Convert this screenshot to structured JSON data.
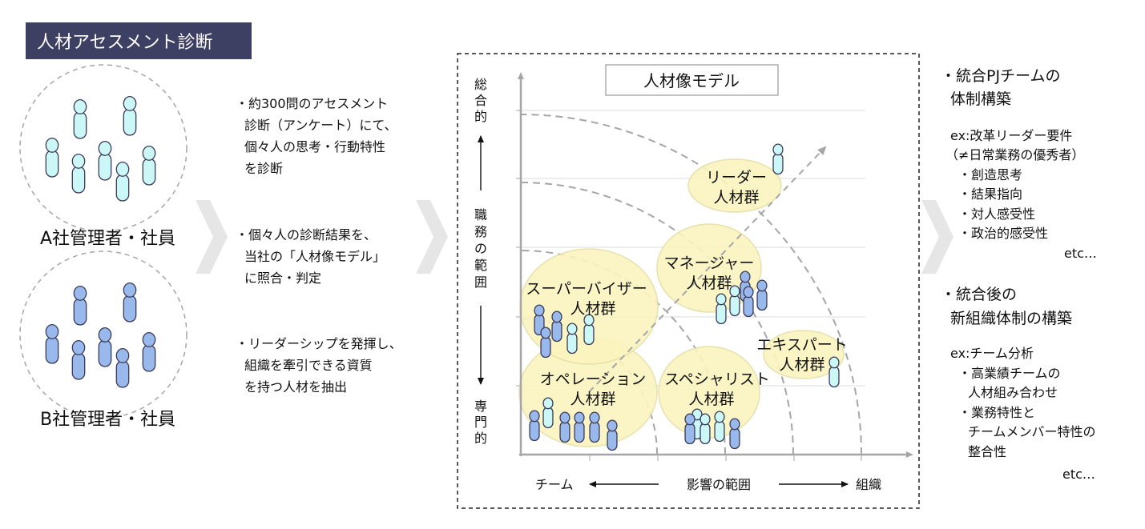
{
  "title": "人材アセスメント診断",
  "groups": {
    "a_caption": "A社管理者・社員",
    "b_caption": "B社管理者・社員"
  },
  "bullets": [
    {
      "lines": [
        "・約300問のアセスメント",
        "診断（アンケート）にて、",
        "個々人の思考・行動特性",
        "を診断"
      ]
    },
    {
      "lines": [
        "・個々人の診断結果を、",
        "当社の「人材像モデル」",
        "に照合・判定"
      ]
    },
    {
      "lines": [
        "・リーダーシップを発揮し、",
        "組織を牽引できる資質",
        "を持つ人材を抽出"
      ]
    }
  ],
  "model": {
    "title": "人材像モデル",
    "y_axis": {
      "top": [
        "総",
        "合",
        "的"
      ],
      "middle": [
        "職",
        "務",
        "の",
        "範",
        "囲"
      ],
      "bottom": [
        "専",
        "門",
        "的"
      ]
    },
    "x_axis": {
      "left": "チーム",
      "middle": "影響の範囲",
      "right": "組織"
    },
    "clusters": [
      {
        "line1": "オペレーション",
        "line2": "人材群"
      },
      {
        "line1": "スーパーバイザー",
        "line2": "人材群"
      },
      {
        "line1": "スペシャリスト",
        "line2": "人材群"
      },
      {
        "line1": "マネージャー",
        "line2": "人材群"
      },
      {
        "line1": "エキスパート",
        "line2": "人材群"
      },
      {
        "line1": "リーダー",
        "line2": "人材群"
      }
    ]
  },
  "right_panel": {
    "section1": {
      "heading": [
        "・統合PJチームの",
        "体制構築"
      ],
      "intro": [
        "ex:改革リーダー要件",
        "（≠日常業務の優秀者）"
      ],
      "items": [
        "・創造思考",
        "・結果指向",
        "・対人感受性",
        "・政治的感受性"
      ],
      "etc": "etc…"
    },
    "section2": {
      "heading": [
        "・統合後の",
        "新組織体制の構築"
      ],
      "intro": [
        "ex:チーム分析"
      ],
      "items": [
        "・高業績チームの",
        "人材組み合わせ",
        "・業務特性と",
        "チームメンバー特性の",
        "整合性"
      ],
      "etc": "etc…"
    }
  },
  "colors": {
    "title_bg": "#3d3f63",
    "person_light": "#ccf7f7",
    "person_blue": "#99b8ec",
    "cluster_fill": "#fbf4bf",
    "arrow_gray": "#e6e6e6",
    "axis_gray": "#a6a6a6"
  }
}
